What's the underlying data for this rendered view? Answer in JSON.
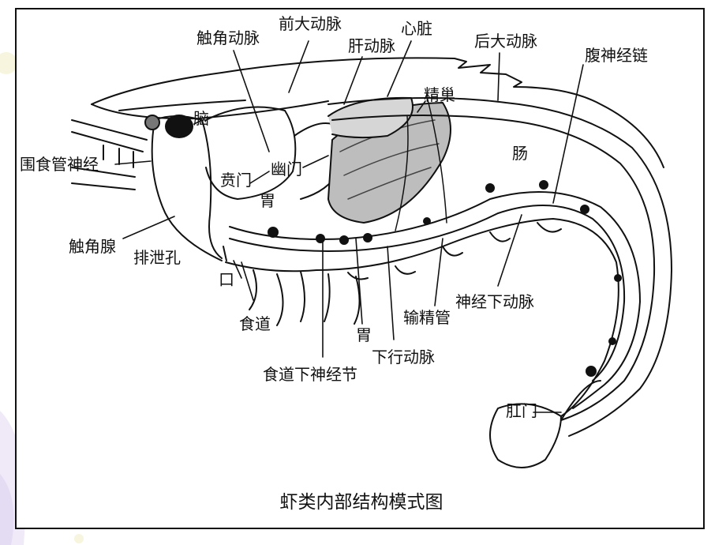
{
  "diagram": {
    "caption": "虾类内部结构模式图",
    "labels": {
      "antennal_artery": "触角动脉",
      "anterior_aorta": "前大动脉",
      "hepatic_artery": "肝动脉",
      "heart": "心脏",
      "posterior_aorta": "后大动脉",
      "ventral_nerve_cord": "腹神经链",
      "brain": "脑",
      "testis": "精巢",
      "circumesophageal_nerve": "围食管神经",
      "intestine": "肠",
      "pylorus": "幽门",
      "cardia": "贲门",
      "stomach_upper": "胃",
      "antennal_gland": "触角腺",
      "excretory_pore": "排泄孔",
      "mouth": "口",
      "esophagus": "食道",
      "stomach_lower": "胃",
      "vas_deferens": "输精管",
      "descending_artery": "下行动脉",
      "subneural_artery": "神经下动脉",
      "subesophageal_ganglion": "食道下神经节",
      "anus": "肛门"
    }
  },
  "colors": {
    "line": "#111111",
    "background": "#ffffff",
    "decoration_purple": "#ece6f6",
    "decoration_yellow": "#f7f3d4"
  }
}
